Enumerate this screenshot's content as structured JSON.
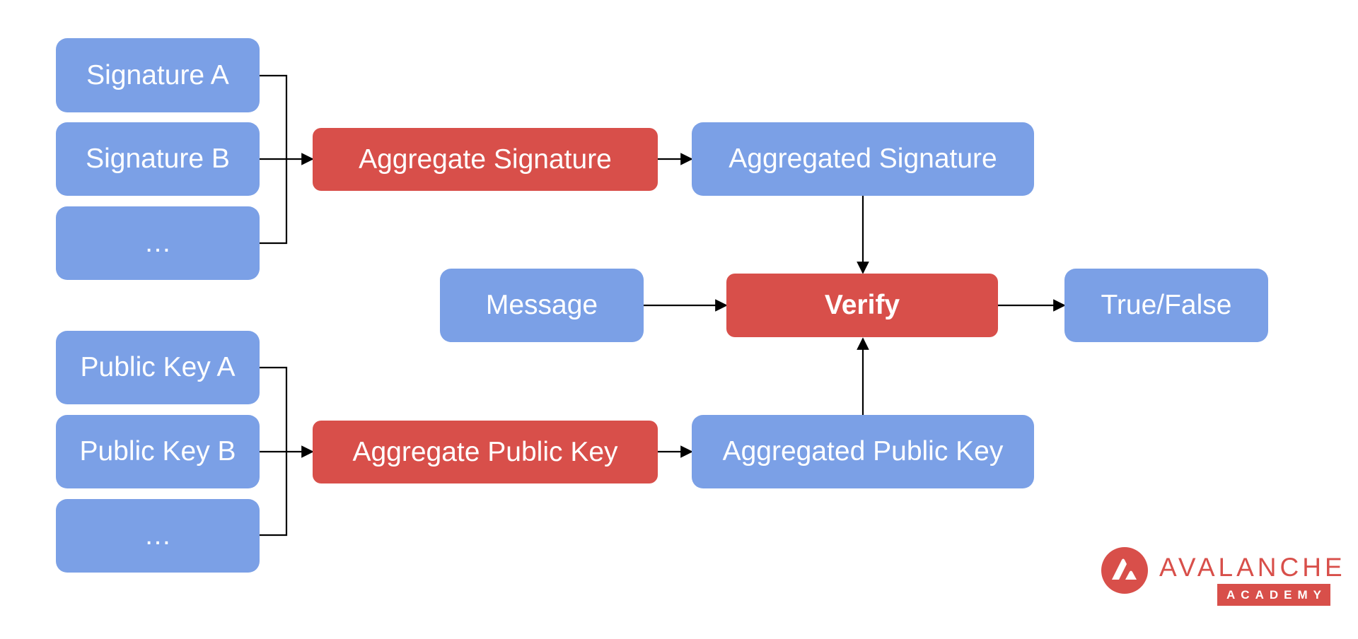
{
  "inputs": {
    "signature_a": "Signature A",
    "signature_b": "Signature B",
    "signature_more": "…",
    "public_key_a": "Public Key A",
    "public_key_b": "Public Key B",
    "public_key_more": "…"
  },
  "operations": {
    "aggregate_signature": "Aggregate Signature",
    "aggregate_public_key": "Aggregate Public Key",
    "verify": "Verify"
  },
  "results": {
    "aggregated_signature": "Aggregated Signature",
    "aggregated_public_key": "Aggregated Public Key",
    "message": "Message",
    "true_false": "True/False"
  },
  "logo": {
    "wordmark": "AVALANCHE",
    "subtitle": "ACADEMY"
  },
  "colors": {
    "data_box": "#7ba0e6",
    "operation_box": "#d84f4a",
    "connector": "#000000",
    "logo": "#d84f4a"
  }
}
